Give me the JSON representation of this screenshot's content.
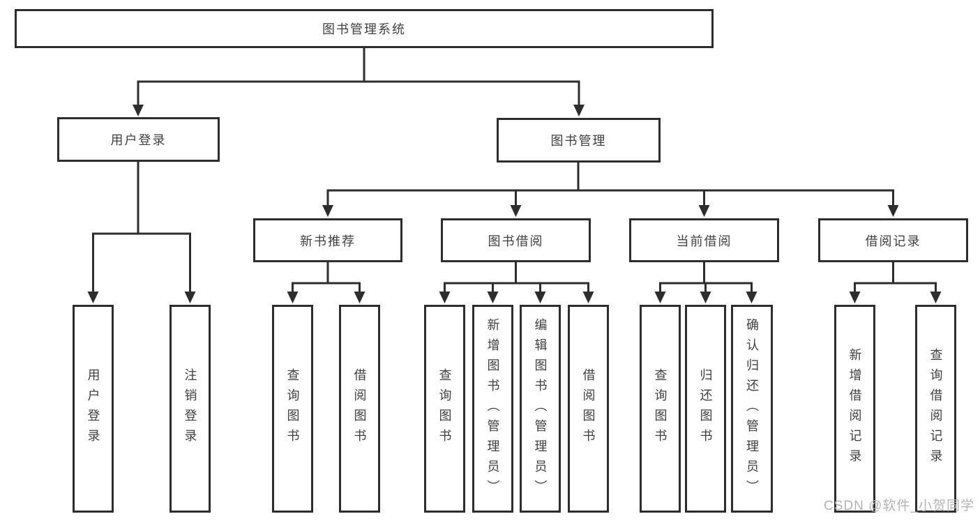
{
  "diagram": {
    "root": {
      "label": "图书管理系统"
    },
    "level2": [
      {
        "label": "用户登录"
      },
      {
        "label": "图书管理"
      }
    ],
    "level3": [
      {
        "label": "新书推荐"
      },
      {
        "label": "图书借阅"
      },
      {
        "label": "当前借阅"
      },
      {
        "label": "借阅记录"
      }
    ],
    "leaves": [
      {
        "label": "用户登录"
      },
      {
        "label": "注销登录"
      },
      {
        "label": "查询图书"
      },
      {
        "label": "借阅图书"
      },
      {
        "label": "查询图书"
      },
      {
        "label": "新增图书（管理员）"
      },
      {
        "label": "编辑图书（管理员）"
      },
      {
        "label": "借阅图书"
      },
      {
        "label": "查询图书"
      },
      {
        "label": "归还图书"
      },
      {
        "label": "确认归还（管理员）"
      },
      {
        "label": "新增借阅记录"
      },
      {
        "label": "查询借阅记录"
      }
    ],
    "watermark": "CSDN @软件_小贺同学",
    "colors": {
      "line": "#2d2d2d",
      "text": "#3f3f3f",
      "watermark": "#b3b3b3",
      "background": "#ffffff"
    }
  }
}
